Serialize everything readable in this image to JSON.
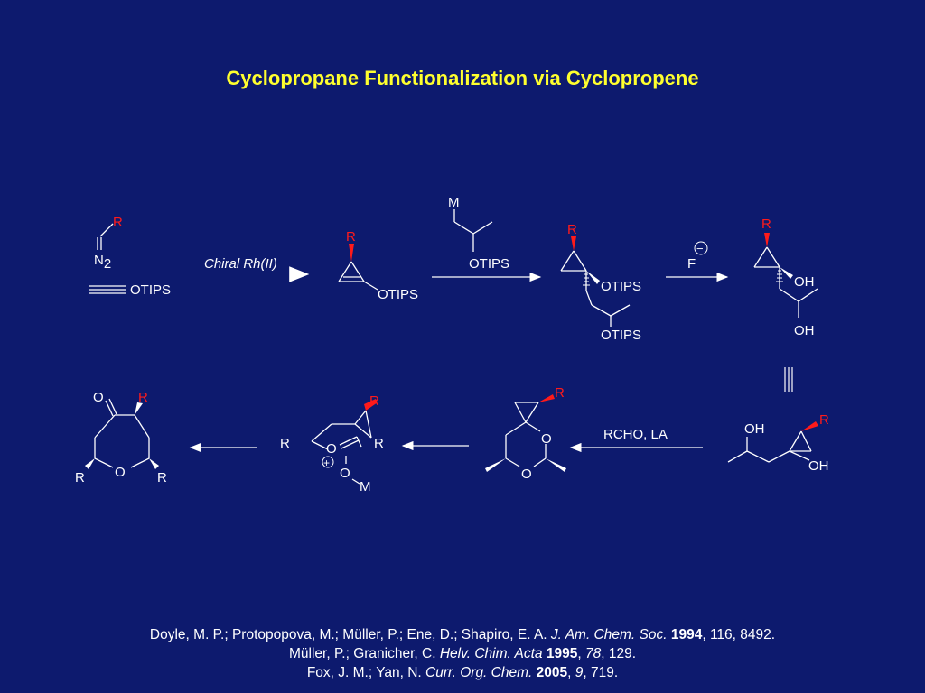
{
  "title": "Cyclopropane Functionalization via Cyclopropene",
  "labels": {
    "R": "R",
    "N2": "N",
    "N2_sub": "2",
    "otips": "OTIPS",
    "oh": "OH",
    "o": "O",
    "m": "M",
    "f": "F",
    "minus": "−",
    "plus": "+"
  },
  "conditions": {
    "step1": "Chiral Rh(II)",
    "step5": "RCHO, LA"
  },
  "references": [
    {
      "authors": "Doyle, M. P.;  Protopopova, M.; Müller, P.; Ene, D.; Shapiro, E. A.  ",
      "journal": "J. Am. Chem. Soc.",
      "year": "1994",
      "volume": "116",
      "pages": ", 8492."
    },
    {
      "authors": "Müller, P.; Granicher, C. ",
      "journal": "Helv. Chim. Acta",
      "year": "1995",
      "volume": "78",
      "pages": ", 129."
    },
    {
      "authors": "Fox, J. M.; Yan, N. ",
      "journal": "Curr. Org. Chem.",
      "year": "2005",
      "volume": "9",
      "pages": ", 719."
    }
  ],
  "colors": {
    "background": "#0d1a6e",
    "title": "#ffff2e",
    "highlight": "#ff1a1a",
    "text": "#ffffff"
  }
}
